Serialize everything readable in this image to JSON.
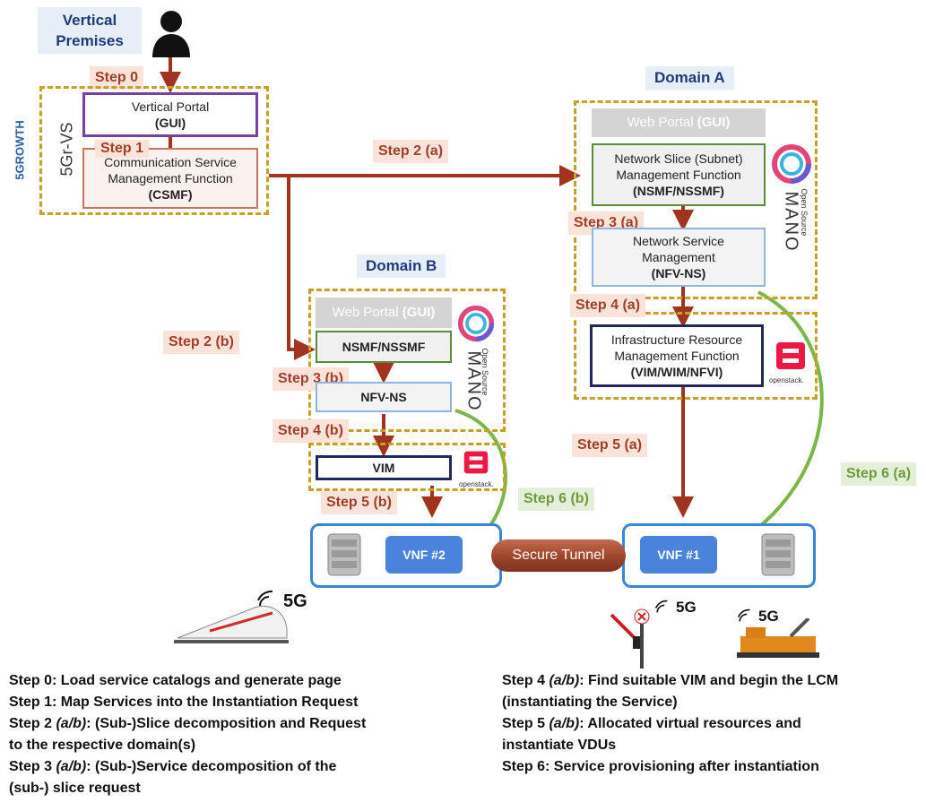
{
  "vertical": {
    "title_line1": "Vertical",
    "title_line2": "Premises"
  },
  "left_brand": {
    "growth": "5GROWTH",
    "vs": "5Gr-VS"
  },
  "left_boxes": {
    "portal_line1": "Vertical Portal",
    "portal_line2": "(GUI)",
    "csmf_line1": "Communication Service",
    "csmf_line2": "Management Function",
    "csmf_line3": "(CSMF)"
  },
  "domain_a": {
    "title": "Domain A",
    "web_portal": "Web Portal",
    "web_portal_gui": "(GUI)",
    "nsmf_line1": "Network Slice (Subnet)",
    "nsmf_line2": "Management Function",
    "nsmf_line3": "(NSMF/NSSMF)",
    "nfv_line1": "Network Service",
    "nfv_line2": "Management",
    "nfv_line3": "(NFV-NS)",
    "vim_line1": "Infrastructure Resource",
    "vim_line2": "Management Function",
    "vim_line3": "(VIM/WIM/NFVI)",
    "mano_text": "MANO",
    "mano_sub": "Open Source",
    "openstack": "openstack."
  },
  "domain_b": {
    "title": "Domain B",
    "web_portal": "Web Portal",
    "web_portal_gui": "(GUI)",
    "nsmf": "NSMF/NSSMF",
    "nfv": "NFV-NS",
    "vim": "VIM",
    "mano_text": "MANO",
    "mano_sub": "Open Source",
    "openstack": "openstack."
  },
  "steps": {
    "s0": "Step 0",
    "s1": "Step 1",
    "s2a": "Step 2 (a)",
    "s2b": "Step 2 (b)",
    "s3a": "Step 3 (a)",
    "s3b": "Step 3 (b)",
    "s4a": "Step 4 (a)",
    "s4b": "Step 4 (b)",
    "s5a": "Step 5 (a)",
    "s5b": "Step 5 (b)",
    "s6a": "Step 6 (a)",
    "s6b": "Step 6 (b)"
  },
  "vnf": {
    "vnf2": "VNF #2",
    "vnf1": "VNF #1",
    "tunnel": "Secure Tunnel"
  },
  "fiveg": {
    "train": "5G",
    "signal": "5G",
    "machine": "5G"
  },
  "legend_left": {
    "l0": "Step 0: Load service catalogs and generate page",
    "l1": "Step 1: Map Services into the Instantiation Request",
    "l2a": "Step 2 ",
    "l2b": "(a/b)",
    "l2c": ": (Sub-)Slice decomposition and Request",
    "l2d": "to the respective domain(s)",
    "l3a": "Step 3 ",
    "l3b": "(a/b)",
    "l3c": ": (Sub-)Service decomposition of the",
    "l3d": "(sub-) slice request"
  },
  "legend_right": {
    "l4a": "Step 4 ",
    "l4b": "(a/b)",
    "l4c": ": Find suitable VIM and begin the LCM",
    "l4d": "(instantiating the Service)",
    "l5a": "Step 5 ",
    "l5b": "(a/b)",
    "l5c": ": Allocated virtual resources and",
    "l5d": "instantiate VDUs",
    "l6": "Step 6: Service provisioning after instantiation"
  },
  "colors": {
    "arrow": "#a0341f",
    "green_arrow": "#7ab648",
    "dash": "#c7a026",
    "vnf": "#4a82dc"
  }
}
